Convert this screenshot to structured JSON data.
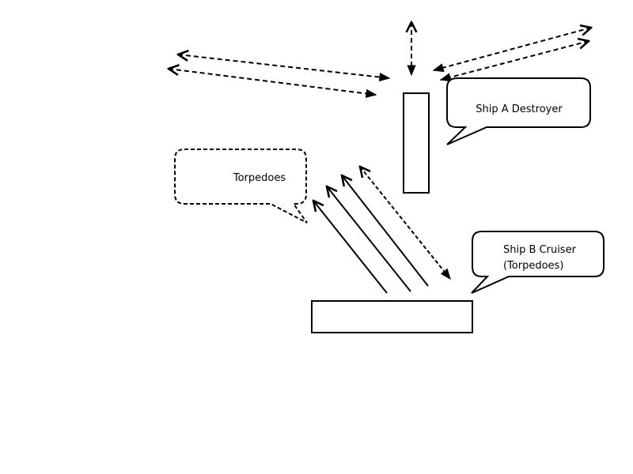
{
  "diagram": {
    "ship_a": {
      "label": "Ship A Destroyer"
    },
    "ship_b": {
      "label_lines": [
        "Ship B Cruiser",
        "(Torpedoes)"
      ]
    },
    "torpedo_callout": {
      "label": "Torpedoes"
    },
    "colors": {
      "stroke": "#000000",
      "background": "#ffffff"
    }
  }
}
